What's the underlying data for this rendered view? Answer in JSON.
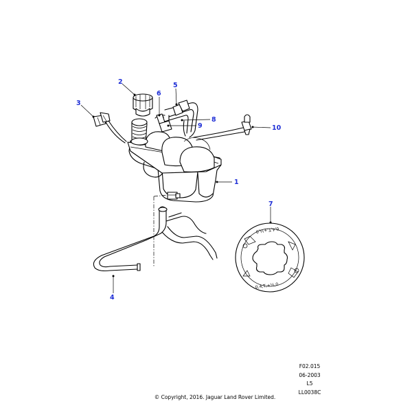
{
  "callouts": [
    {
      "id": "1",
      "label": "1"
    },
    {
      "id": "2",
      "label": "2"
    },
    {
      "id": "3",
      "label": "3"
    },
    {
      "id": "4",
      "label": "4"
    },
    {
      "id": "5",
      "label": "5"
    },
    {
      "id": "6",
      "label": "6"
    },
    {
      "id": "7",
      "label": "7"
    },
    {
      "id": "8",
      "label": "8"
    },
    {
      "id": "9",
      "label": "9"
    },
    {
      "id": "10",
      "label": "10"
    }
  ],
  "cap_markings": {
    "top": "0,4,T,+½,0",
    "bottom": "0,4,T,+½,0"
  },
  "meta": {
    "figure_ref": "F02.015",
    "date": "06-2003",
    "level": "L5",
    "drawing_id": "LL0038C"
  },
  "copyright": "© Copyright, 2016. Jaguar Land Rover Limited.",
  "colors": {
    "callout": "#1f2fd6",
    "line": "#000000",
    "background": "#ffffff"
  }
}
